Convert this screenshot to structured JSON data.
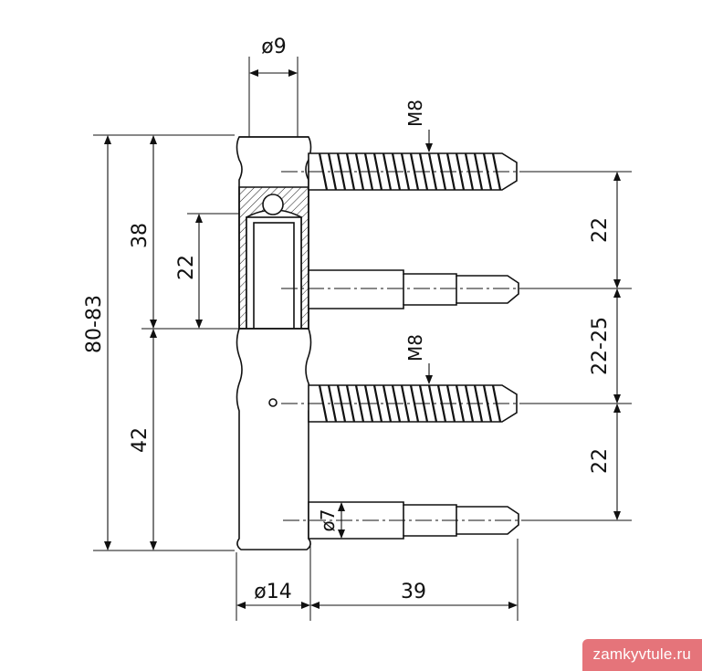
{
  "dimensions": {
    "pin_diameter": "ø9",
    "total_height": "80-83",
    "upper_height": "38",
    "inner_height": "22",
    "lower_height": "42",
    "thread_top": "M8",
    "thread_bottom": "M8",
    "spacing_upper": "22",
    "spacing_middle": "22-25",
    "spacing_lower": "22",
    "shank_diameter": "ø7",
    "barrel_diameter": "ø14",
    "pin_length": "39"
  },
  "watermark": "zamkyvtule.ru"
}
